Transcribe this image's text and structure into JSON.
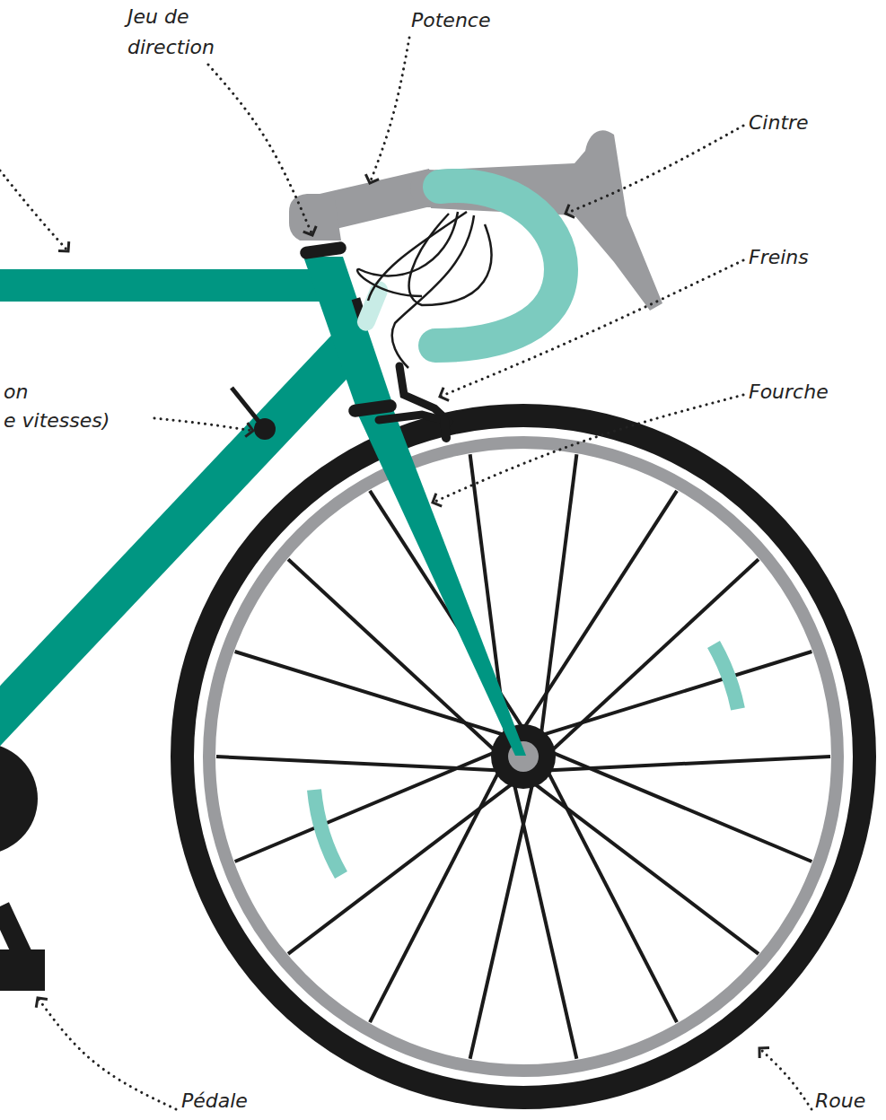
{
  "diagram": {
    "labels": [
      "Jeu de direction",
      "Potence",
      "Cintre",
      "Freins",
      "Fourche",
      "on",
      "e vitesses)",
      "Pédale",
      "Roue"
    ]
  }
}
